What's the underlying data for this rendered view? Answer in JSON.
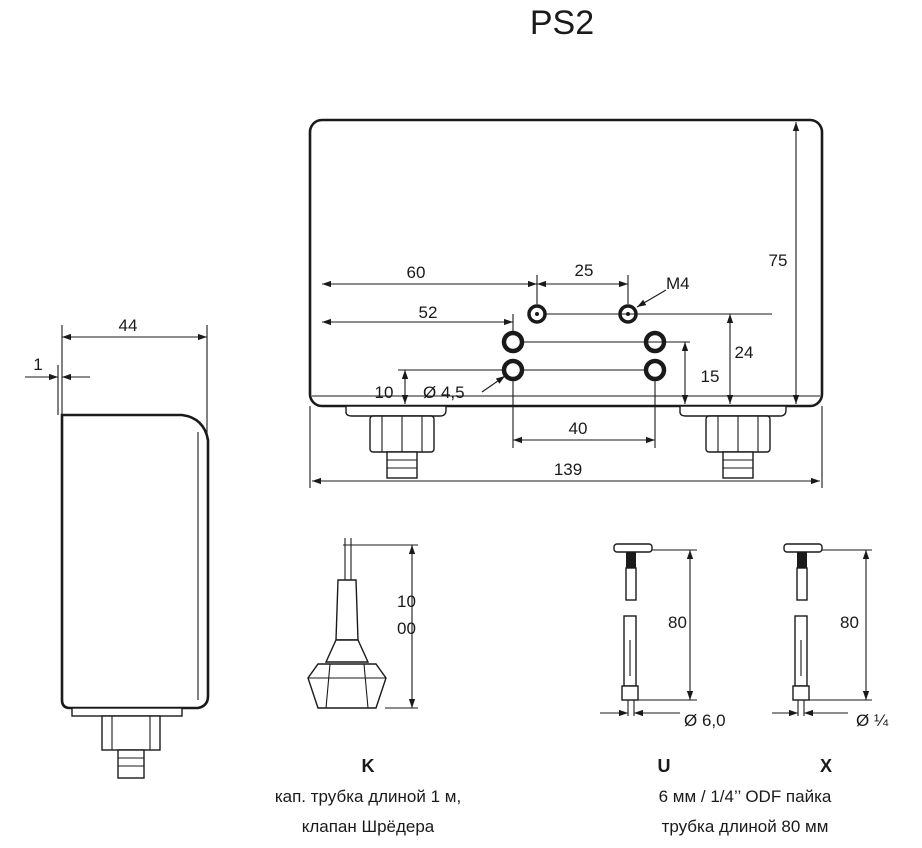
{
  "title": "PS2",
  "dimensions": {
    "w60": "60",
    "w25": "25",
    "thread": "M4",
    "w52": "52",
    "h75": "75",
    "h24": "24",
    "h15": "15",
    "h10": "10",
    "hole": "Ø 4,5",
    "w40": "40",
    "w139": "139",
    "side_width": "44",
    "side_gap": "1"
  },
  "variants": [
    {
      "letter": "K",
      "length_line1": "10",
      "length_line2": "00",
      "caption_line1": "кап. трубка длиной 1 м,",
      "caption_line2": "клапан Шрёдера"
    },
    {
      "letter": "U",
      "length": "80",
      "diameter": "Ø 6,0",
      "caption_line1": "6 мм / 1/4’’ ODF пайка",
      "caption_line2": "трубка длиной 80 мм"
    },
    {
      "letter": "X",
      "length": "80",
      "diameter": "Ø ¼"
    }
  ]
}
